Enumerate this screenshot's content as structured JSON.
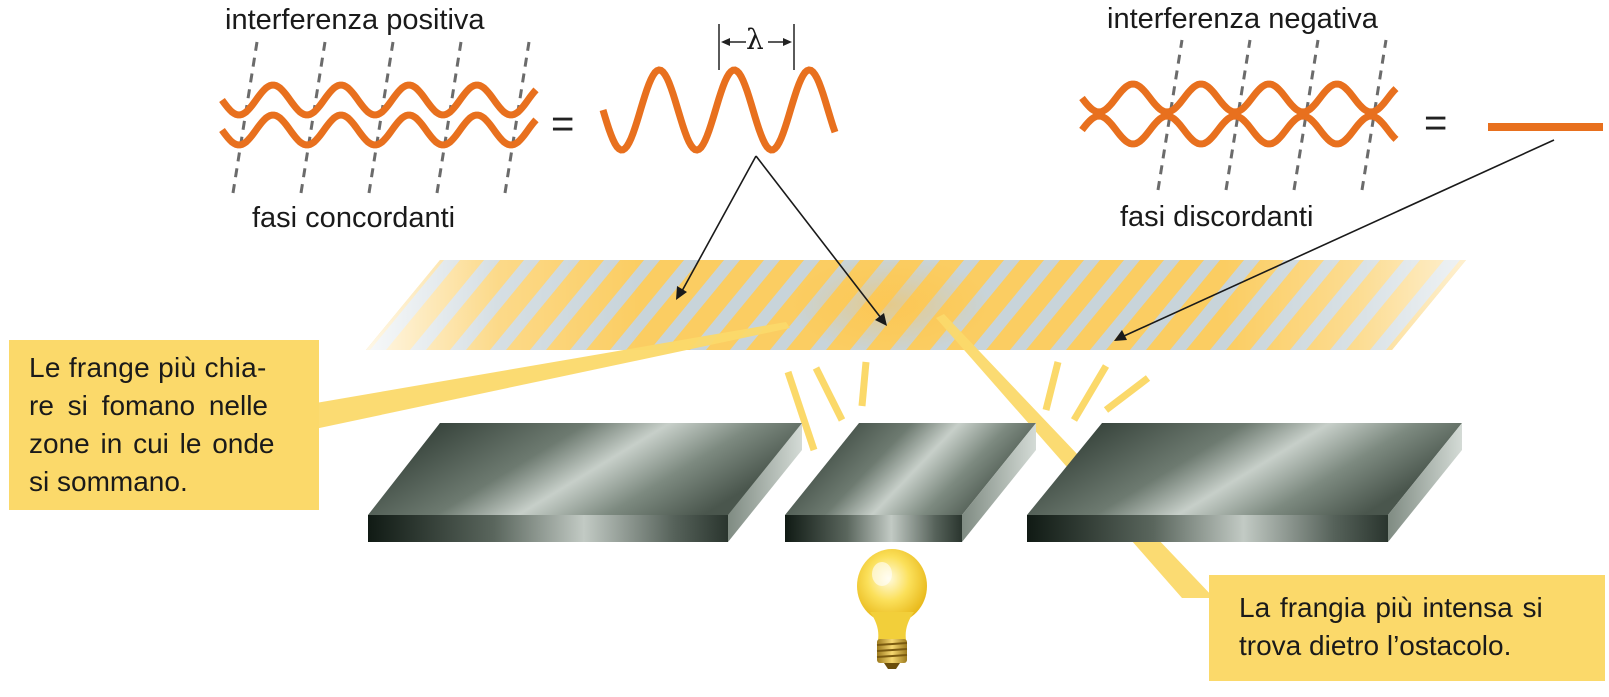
{
  "labels": {
    "positive_title": "interferenza positiva",
    "positive_sub": "fasi concordanti",
    "negative_title": "interferenza negativa",
    "negative_sub": "fasi discordanti",
    "lambda": "λ",
    "equals_1": "=",
    "equals_2": "="
  },
  "callouts": {
    "left": {
      "lines": [
        "Le frange più chia-",
        "re si fomano nelle",
        "zone in cui le onde",
        "si sommano."
      ]
    },
    "right": {
      "lines": [
        "La frangia più intensa si",
        "trova dietro l’ostacolo."
      ]
    }
  },
  "colors": {
    "wave": "#e8701e",
    "bright_fringe": "#fbcd62",
    "dark_fringe": "#c8d4da",
    "callout_bg": "#fbd96a",
    "slab_dark": "#1d2a22",
    "slab_light": "#c4ccc6",
    "bulb": "#f8d63a"
  },
  "icons": {
    "light_source": "light-bulb-icon"
  }
}
